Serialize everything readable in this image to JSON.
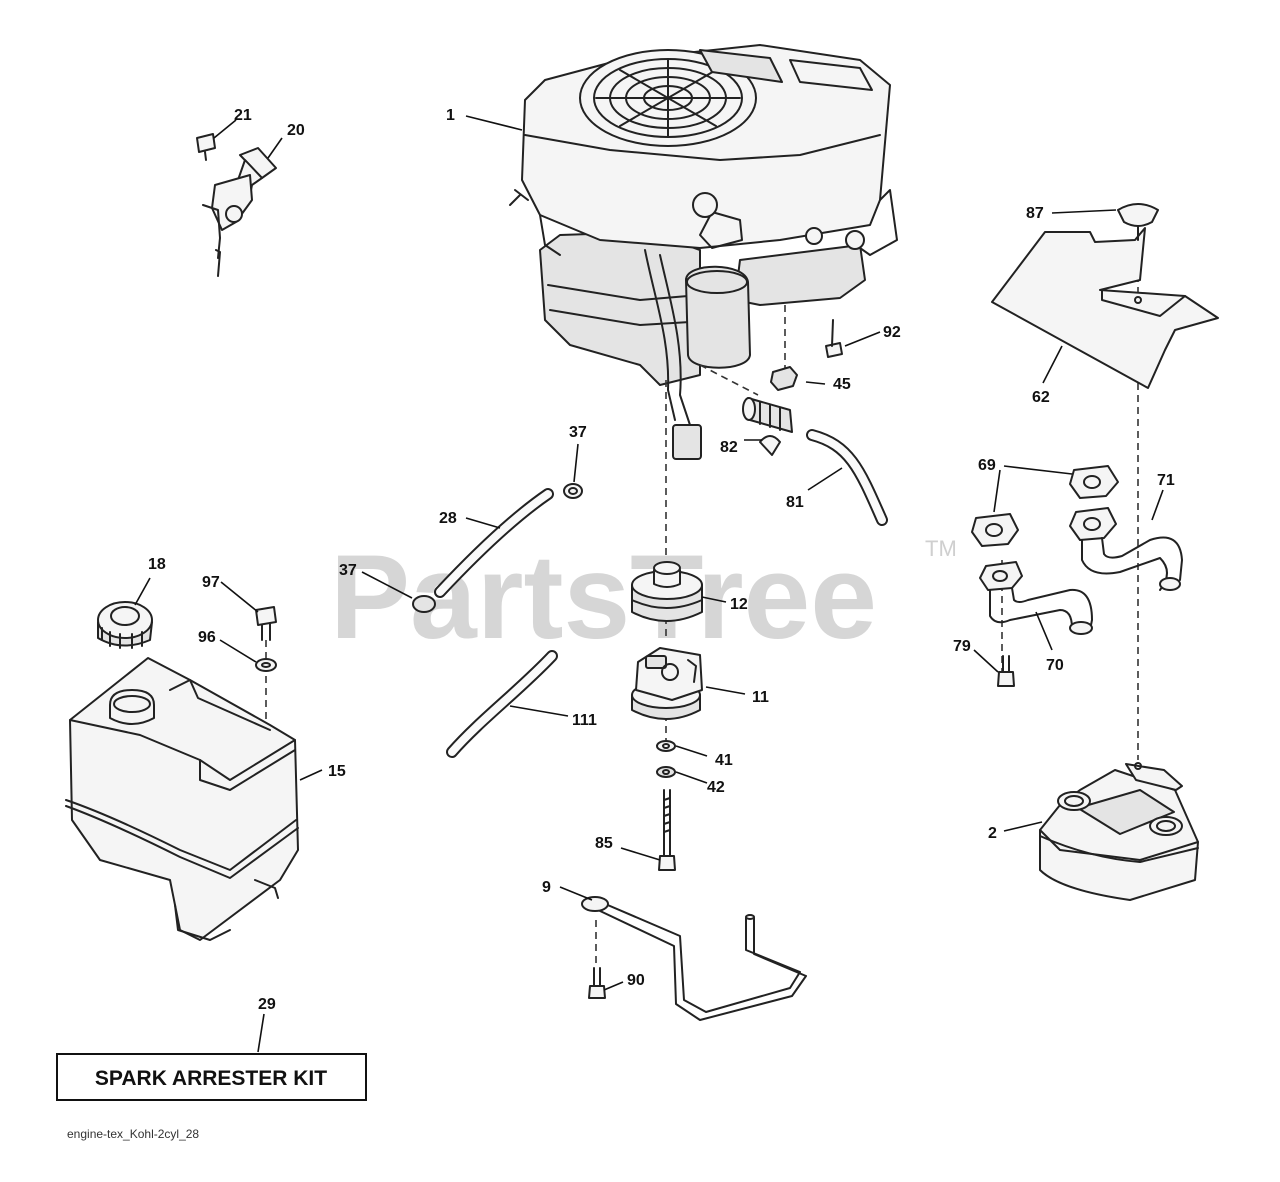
{
  "watermark": {
    "text": "PartsTree",
    "tm": "TM"
  },
  "kit_label": "SPARK ARRESTER KIT",
  "footer_code": "engine-tex_Kohl-2cyl_28",
  "parts": [
    {
      "id": "p1",
      "number": "1"
    },
    {
      "id": "p2",
      "number": "2"
    },
    {
      "id": "p9",
      "number": "9"
    },
    {
      "id": "p11",
      "number": "11"
    },
    {
      "id": "p12",
      "number": "12"
    },
    {
      "id": "p15",
      "number": "15"
    },
    {
      "id": "p18",
      "number": "18"
    },
    {
      "id": "p20",
      "number": "20"
    },
    {
      "id": "p21",
      "number": "21"
    },
    {
      "id": "p28",
      "number": "28"
    },
    {
      "id": "p29",
      "number": "29"
    },
    {
      "id": "p37a",
      "number": "37"
    },
    {
      "id": "p37b",
      "number": "37"
    },
    {
      "id": "p41",
      "number": "41"
    },
    {
      "id": "p42",
      "number": "42"
    },
    {
      "id": "p45",
      "number": "45"
    },
    {
      "id": "p62",
      "number": "62"
    },
    {
      "id": "p69",
      "number": "69"
    },
    {
      "id": "p70",
      "number": "70"
    },
    {
      "id": "p71",
      "number": "71"
    },
    {
      "id": "p79",
      "number": "79"
    },
    {
      "id": "p81",
      "number": "81"
    },
    {
      "id": "p82",
      "number": "82"
    },
    {
      "id": "p85",
      "number": "85"
    },
    {
      "id": "p87",
      "number": "87"
    },
    {
      "id": "p90",
      "number": "90"
    },
    {
      "id": "p92",
      "number": "92"
    },
    {
      "id": "p96",
      "number": "96"
    },
    {
      "id": "p97",
      "number": "97"
    },
    {
      "id": "p111",
      "number": "111"
    }
  ]
}
